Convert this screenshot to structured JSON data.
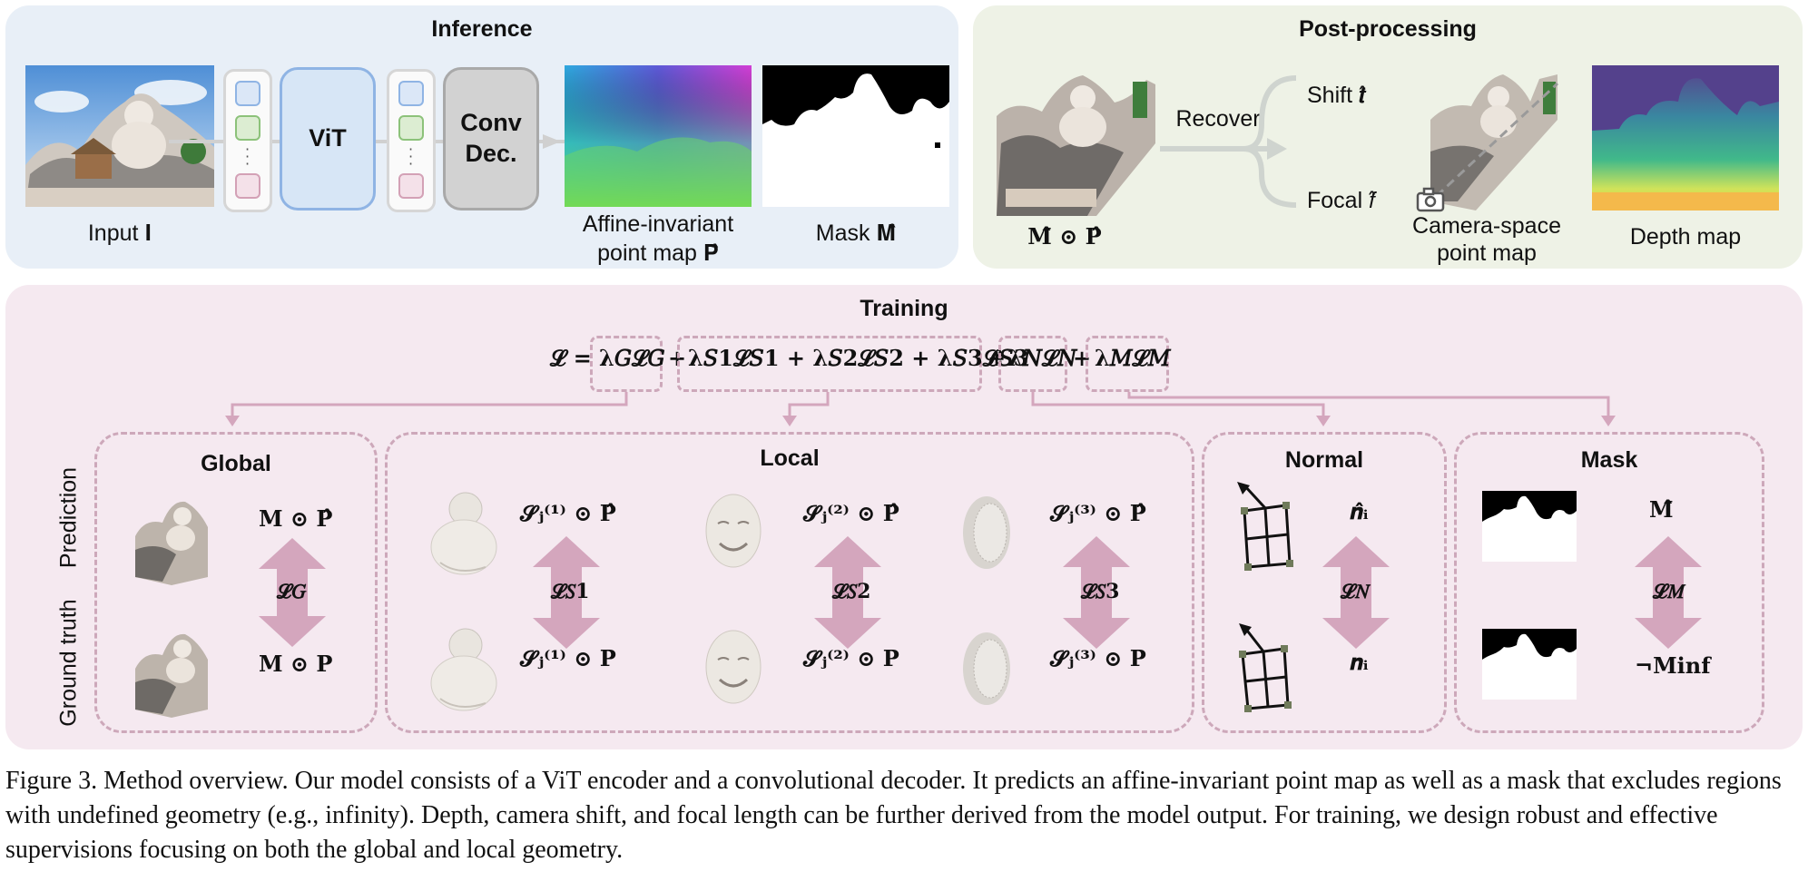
{
  "inference": {
    "title": "Inference",
    "input_label": "Input 𝐈",
    "vit_label": "ViT",
    "conv_label_1": "Conv",
    "conv_label_2": "Dec.",
    "pointmap_label_1": "Affine-invariant",
    "pointmap_label_2": "point map 𝐏̂",
    "mask_label": "Mask 𝐌̂"
  },
  "post": {
    "title": "Post-processing",
    "masked_label": "𝐌̂ ⊙ 𝐏̂",
    "recover_label": "Recover",
    "shift_label": "Shift 𝒕̂",
    "focal_label": "Focal 𝑓̂",
    "camera_label_1": "Camera-space",
    "camera_label_2": "point map",
    "depth_label": "Depth map"
  },
  "training": {
    "title": "Training",
    "loss": {
      "lhs": "𝓛 =",
      "t_global": "λ𝐺𝓛𝐺",
      "t_local": "λ𝑆1𝓛𝑆1 + λ𝑆2𝓛𝑆2 + λ𝑆3𝓛𝑆3",
      "t_normal": "λ𝑁𝓛𝑁",
      "t_mask": "λ𝑀𝓛𝑀",
      "plus": "+"
    },
    "side_prediction": "Prediction",
    "side_groundtruth": "Ground truth",
    "global": {
      "title": "Global",
      "pred": "𝐌 ⊙ 𝐏̂",
      "gt": "𝐌 ⊙ 𝐏",
      "loss": "𝓛𝐺"
    },
    "local": {
      "title": "Local",
      "pred1": "𝓢ⱼ⁽¹⁾ ⊙ 𝐏̂",
      "gt1": "𝓢ⱼ⁽¹⁾ ⊙ 𝐏",
      "loss1": "𝓛𝑆1",
      "pred2": "𝓢ⱼ⁽²⁾ ⊙ 𝐏̂",
      "gt2": "𝓢ⱼ⁽²⁾ ⊙ 𝐏",
      "loss2": "𝓛𝑆2",
      "pred3": "𝓢ⱼ⁽³⁾ ⊙ 𝐏̂",
      "gt3": "𝓢ⱼ⁽³⁾ ⊙ 𝐏",
      "loss3": "𝓛𝑆3"
    },
    "normal": {
      "title": "Normal",
      "pred": "𝒏̂ᵢ",
      "gt": "𝒏ᵢ",
      "loss": "𝓛𝑁"
    },
    "mask": {
      "title": "Mask",
      "pred": "𝐌̂",
      "gt": "¬𝐌inf",
      "loss": "𝓛𝑀"
    }
  },
  "caption": "Figure 3. Method overview. Our model consists of a ViT encoder and a convolutional decoder. It predicts an affine-invariant point map as well as a mask that excludes regions with undefined geometry (e.g., infinity). Depth, camera shift, and focal length can be further derived from the model output. For training, we design robust and effective supervisions focusing on both the global and local geometry.",
  "colors": {
    "inference_bg": "#e8eff7",
    "post_bg": "#eef2e6",
    "training_bg": "#f5e9f0",
    "vit_fill": "#d7e6f6",
    "conv_fill": "#d2d2d2",
    "loss_arrow": "#d4a6bd",
    "dashed": "#cda8ba"
  }
}
